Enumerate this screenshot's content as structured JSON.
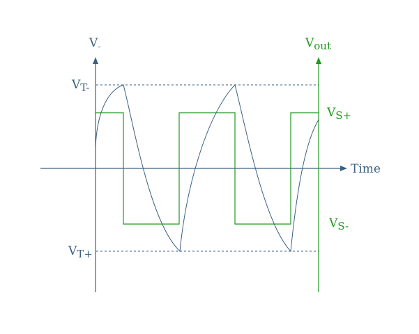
{
  "colors": {
    "left_axis": "#3b6083",
    "right_axis": "#1f9a1f",
    "capacitor_wave": "#3b6083",
    "output_wave": "#1f9a1f",
    "threshold_line": "#3b6083"
  },
  "labels": {
    "left_axis": {
      "main": "V",
      "sub": "-"
    },
    "right_axis": {
      "main": "V",
      "sub": "out"
    },
    "x_axis": "Time",
    "vt_minus": {
      "main": "V",
      "sub": "T-"
    },
    "vt_plus": {
      "main": "V",
      "sub": "T+"
    },
    "vs_plus": {
      "main": "V",
      "sub": "S+"
    },
    "vs_minus": {
      "main": "V",
      "sub": "S-"
    }
  }
}
